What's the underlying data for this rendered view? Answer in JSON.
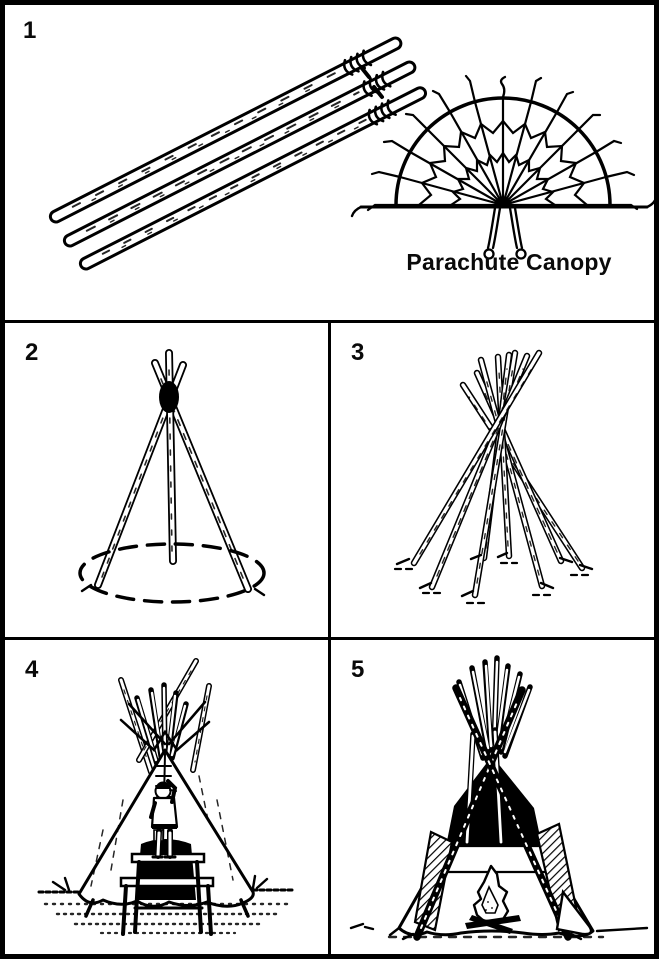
{
  "colors": {
    "ink": "#000000",
    "paper": "#ffffff"
  },
  "figure": {
    "panels": [
      {
        "number": "1",
        "caption": "Parachute Canopy",
        "illustrations": [
          "lashed-poles",
          "parachute-canopy"
        ]
      },
      {
        "number": "2",
        "illustrations": [
          "tripod-frame-with-ground-circle"
        ]
      },
      {
        "number": "3",
        "illustrations": [
          "full-pole-frame"
        ]
      },
      {
        "number": "4",
        "illustrations": [
          "covering-tipi-worker-on-ladder"
        ]
      },
      {
        "number": "5",
        "illustrations": [
          "finished-tipi-with-fire"
        ]
      }
    ]
  }
}
